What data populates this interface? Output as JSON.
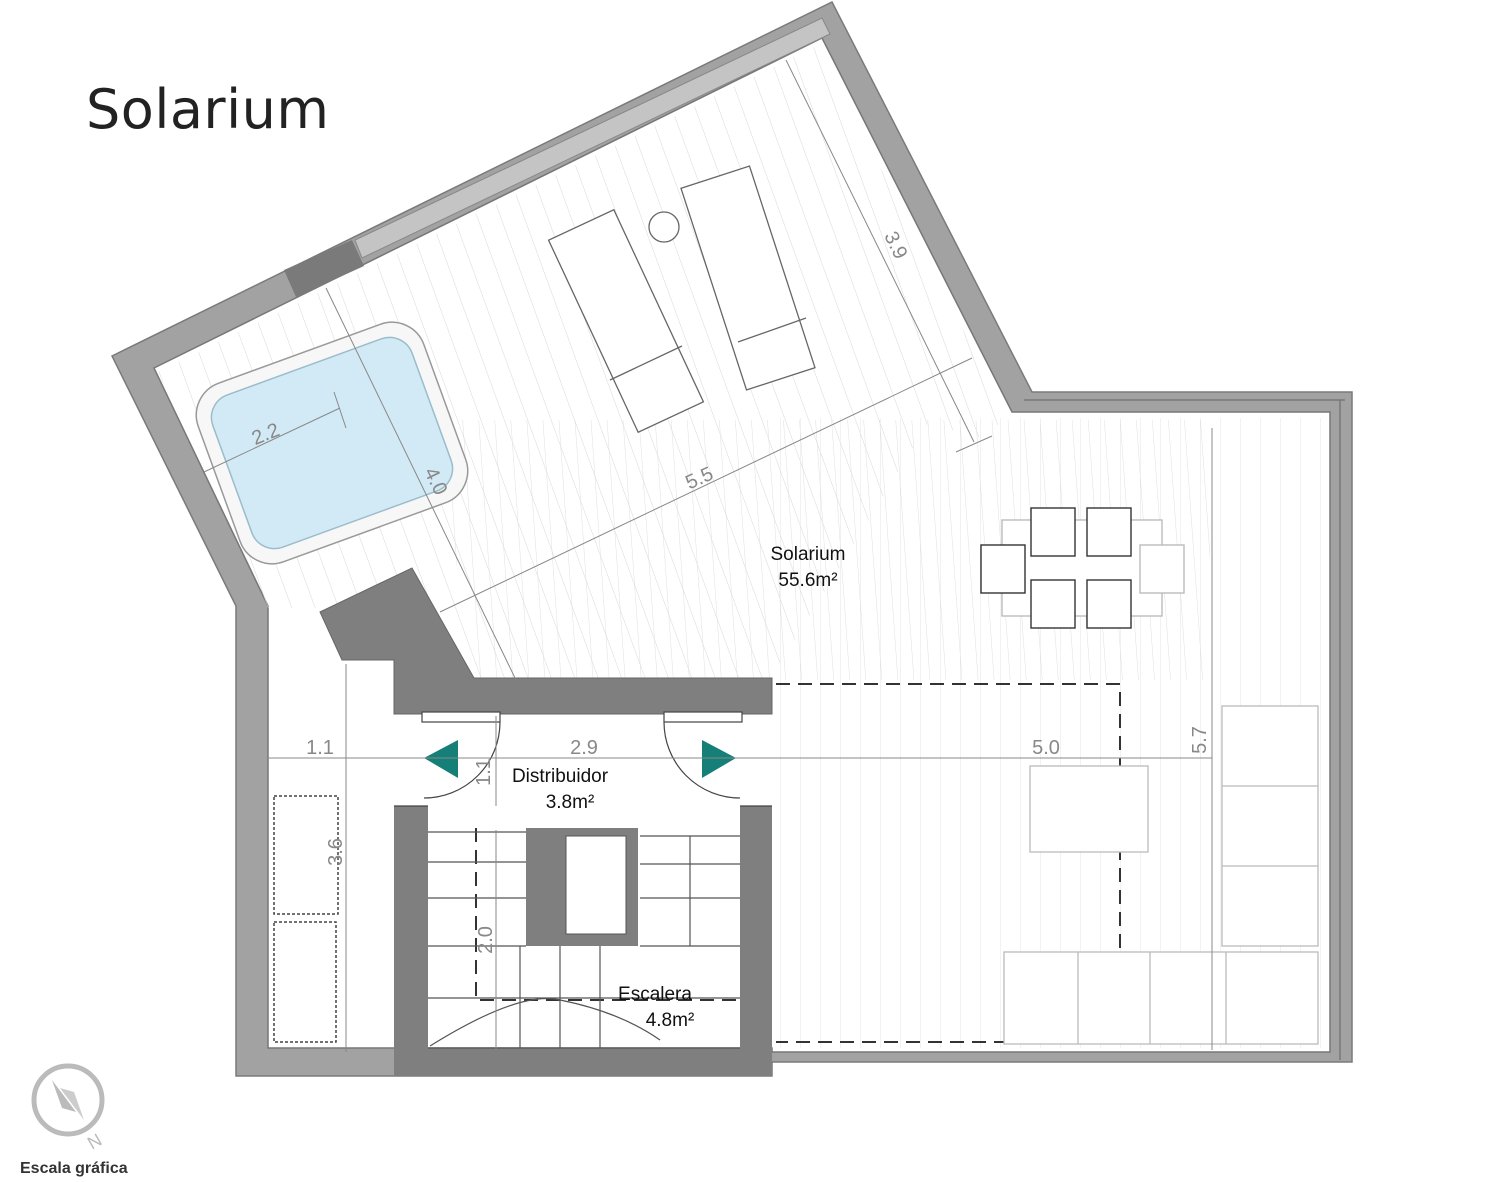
{
  "title": "Solarium",
  "rooms": {
    "solarium": {
      "name": "Solarium",
      "area": "55.6m²"
    },
    "distribuidor": {
      "name": "Distribuidor",
      "area": "3.8m²"
    },
    "escalera": {
      "name": "Escalera",
      "area": "4.8m²"
    }
  },
  "dimensions": {
    "d1": "3.9",
    "d2": "2.2",
    "d3": "4.0",
    "d4": "5.5",
    "d5": "5.7",
    "d6": "1.1",
    "d7": "2.9",
    "d8": "5.0",
    "d9": "1.1",
    "d10": "3.6",
    "d11": "2.0"
  },
  "scale_label": "Escala gráfica",
  "compass_letter": "N",
  "colors": {
    "wall": "#9a9a9a",
    "wall_dark": "#7d7d7d",
    "pool_water": "#d2eaf5",
    "pool_edge": "#aac9d8",
    "arrow": "#157f78",
    "deck_line": "#d6d6d6"
  }
}
